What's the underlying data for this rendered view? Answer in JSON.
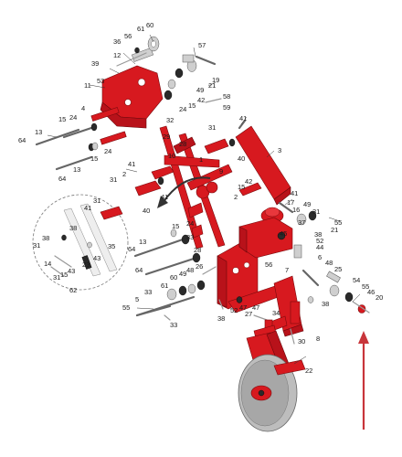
{
  "labels": {
    "l60a": "60",
    "l61a": "61",
    "l36": "36",
    "l56a": "56",
    "l57": "57",
    "l39": "39",
    "l12": "12",
    "l19": "19",
    "l53": "53",
    "l11": "11",
    "l49a": "49",
    "l21a": "21",
    "l42a": "42",
    "l15a": "15",
    "l58": "58",
    "l59": "59",
    "l4": "4",
    "l24a": "24",
    "l32": "32",
    "l24b": "24",
    "l41a": "41",
    "l3": "3",
    "l15b": "15",
    "l31a": "31",
    "l64a": "64",
    "l13a": "13",
    "l29": "29",
    "l10": "10",
    "l28a": "28",
    "l40a": "40",
    "l1": "1",
    "l9": "9",
    "l24c": "24",
    "l15c": "15",
    "l13b": "13",
    "l64b": "64",
    "l2a": "2",
    "l41b": "41",
    "l31b": "31",
    "l15d": "15",
    "l42b": "42",
    "l41c": "41",
    "l41d": "41",
    "l17": "17",
    "l2b": "2",
    "l40b": "40",
    "l16": "16",
    "l49b": "49",
    "l31c": "31",
    "l41e": "41",
    "l31d": "31",
    "l38a": "38",
    "l37": "37",
    "l55a": "55",
    "l15e": "15",
    "l24d": "24",
    "l45": "45",
    "l21b": "21",
    "l52a": "52",
    "l44": "44",
    "l38b": "38",
    "l33a": "33",
    "l35": "35",
    "l31e": "31",
    "l38c": "38",
    "l64c": "64",
    "l13c": "13",
    "l28b": "28",
    "l6": "6",
    "l48": "48",
    "l25": "25",
    "l56b": "56",
    "l43a": "43",
    "l43b": "43",
    "l14": "14",
    "l23": "23",
    "l64d": "64",
    "l7": "7",
    "l54": "54",
    "l55b": "55",
    "l46": "46",
    "l20": "20",
    "l31f": "31",
    "l15f": "15",
    "l62": "62",
    "l61b": "61",
    "l60b": "60",
    "l49c": "49",
    "l48b": "48",
    "l26": "26",
    "l5": "5",
    "l33b": "33",
    "l55c": "55",
    "l33c": "33",
    "l38d": "38",
    "l52b": "52",
    "l47a": "47",
    "l27": "27",
    "l47b": "47",
    "l38e": "38",
    "l34": "34",
    "l8": "8",
    "l30": "30",
    "l22": "22"
  }
}
